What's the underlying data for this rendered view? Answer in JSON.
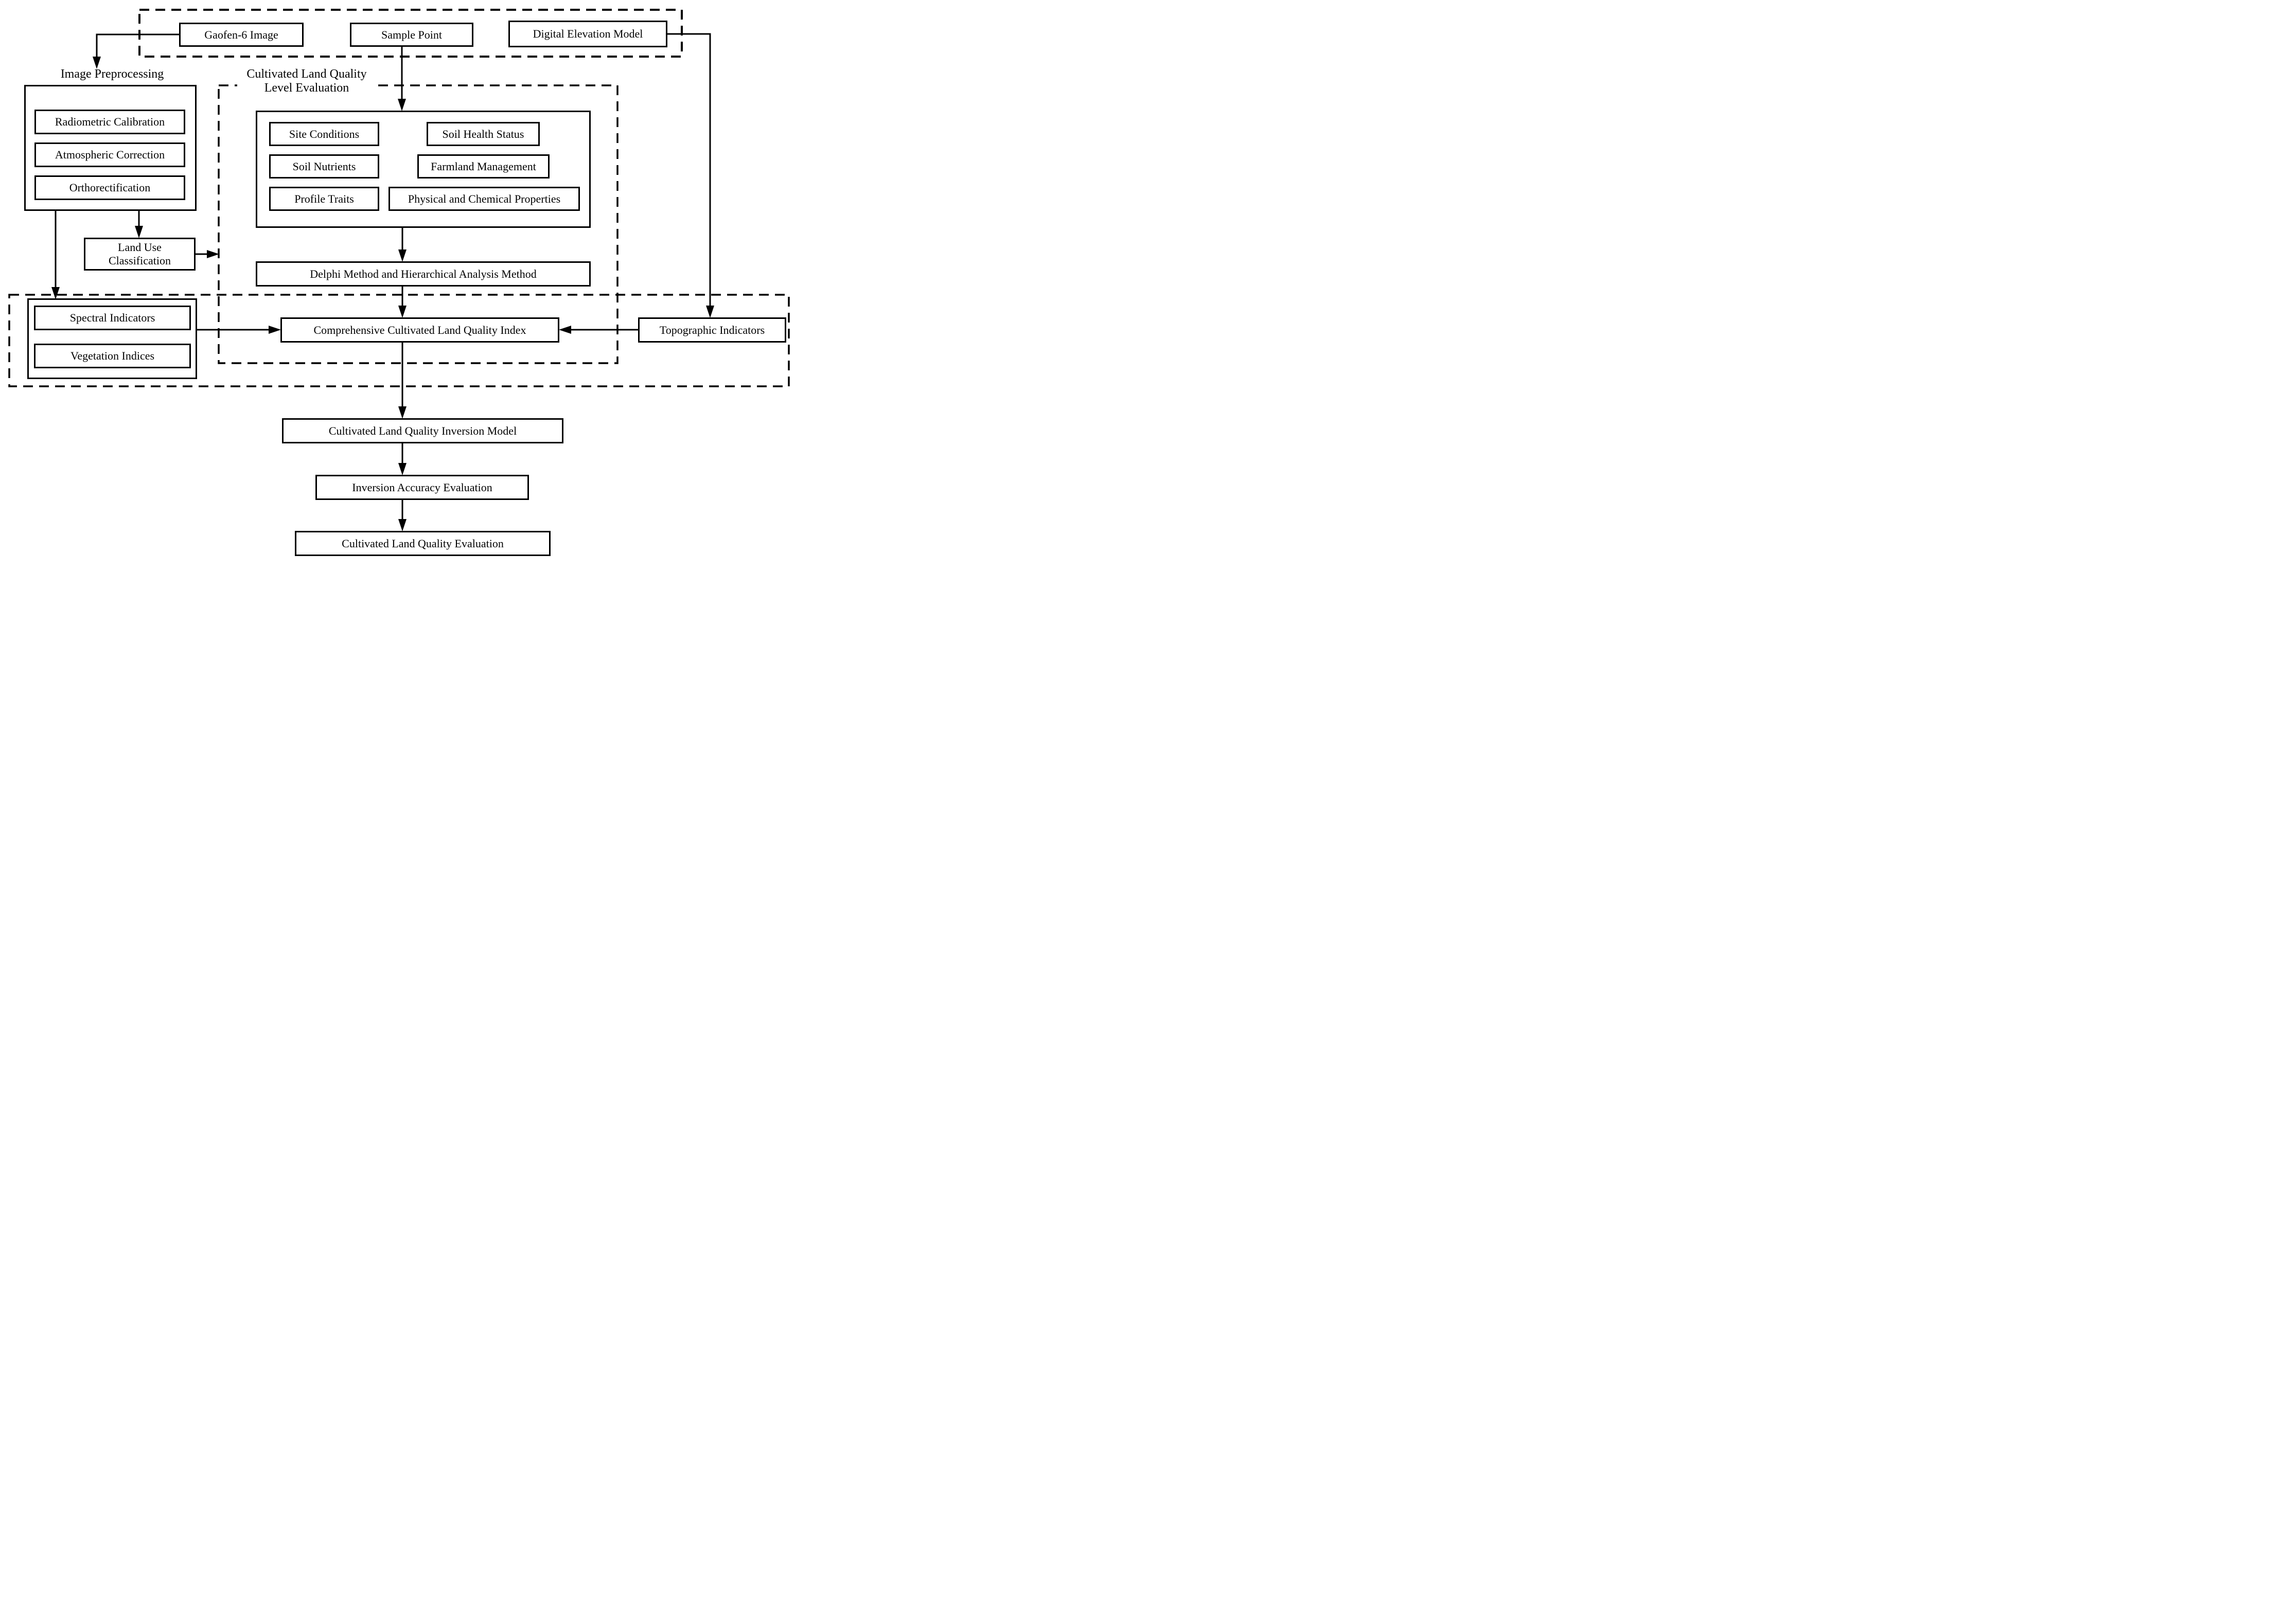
{
  "figure": {
    "colors": {
      "line": "#000000",
      "background": "#ffffff"
    },
    "inputs": {
      "gaofen6": "Gaofen-6 Image",
      "sample_point": "Sample Point",
      "dem": "Digital Elevation Model"
    },
    "image_preprocessing": {
      "title": "Image Preprocessing",
      "steps": [
        "Radiometric Calibration",
        "Atmospheric Correction",
        "Orthorectification"
      ]
    },
    "land_use_classification": "Land Use Classification",
    "level_evaluation": {
      "title": "Cultivated Land Quality Level Evaluation",
      "factors_left": [
        "Site Conditions",
        "Soil Nutrients",
        "Profile Traits"
      ],
      "factors_right": [
        "Soil Health Status",
        "Farmland Management",
        "Physical and Chemical Properties"
      ],
      "method": "Delphi Method and Hierarchical Analysis Method"
    },
    "indicators": {
      "spectral": "Spectral Indicators",
      "vegetation": "Vegetation Indices",
      "topographic": "Topographic Indicators"
    },
    "index": "Comprehensive Cultivated Land Quality Index",
    "inversion": {
      "model": "Cultivated Land Quality Inversion Model",
      "accuracy": "Inversion Accuracy Evaluation",
      "evaluation": "Cultivated Land Quality Evaluation"
    }
  }
}
